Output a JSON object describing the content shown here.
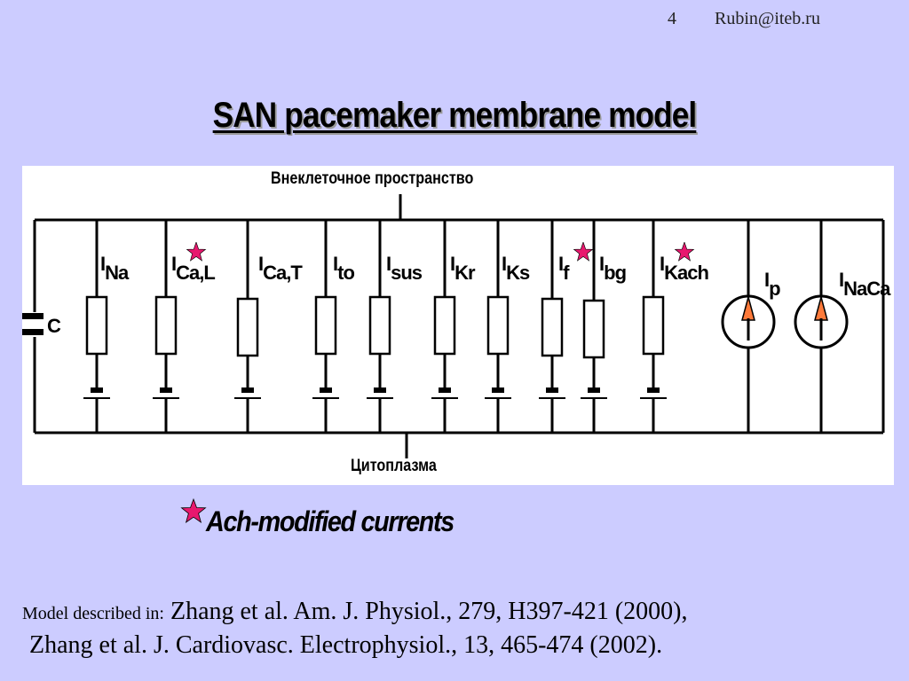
{
  "header": {
    "slide_number": "4",
    "email": "Rubin@iteb.ru"
  },
  "title": "SAN pacemaker membrane model",
  "diagram": {
    "top_label": "Внеклеточное пространство",
    "bottom_label": "Цитоплазма",
    "capacitor_label": "C",
    "currents": [
      {
        "main": "I",
        "sub": "Na",
        "ach": false
      },
      {
        "main": "I",
        "sub": "Ca,L",
        "ach": true
      },
      {
        "main": "I",
        "sub": "Ca,T",
        "ach": false
      },
      {
        "main": "I",
        "sub": "to",
        "ach": false
      },
      {
        "main": "I",
        "sub": "sus",
        "ach": false
      },
      {
        "main": "I",
        "sub": "Kr",
        "ach": false
      },
      {
        "main": "I",
        "sub": "Ks",
        "ach": false
      },
      {
        "main": "I",
        "sub": "f",
        "ach": true
      },
      {
        "main": "I",
        "sub": "bg",
        "ach": false
      },
      {
        "main": "I",
        "sub": "Kach",
        "ach": true
      },
      {
        "main": "I",
        "sub": "p",
        "ach": false
      },
      {
        "main": "I",
        "sub": "NaCa",
        "ach": false
      }
    ],
    "colors": {
      "star": "#e8186e",
      "arrow": "#ff7a3a",
      "line": "#000000"
    }
  },
  "legend": {
    "text": "Ach-modified currents"
  },
  "references": {
    "line1_label": "Model described in:",
    "line1_text": "Zhang et al.  Am. J. Physiol., 279, H397-421 (2000),",
    "line2_text": "Zhang et al.  J. Cardiovasc. Electrophysiol., 13, 465-474 (2002)."
  }
}
